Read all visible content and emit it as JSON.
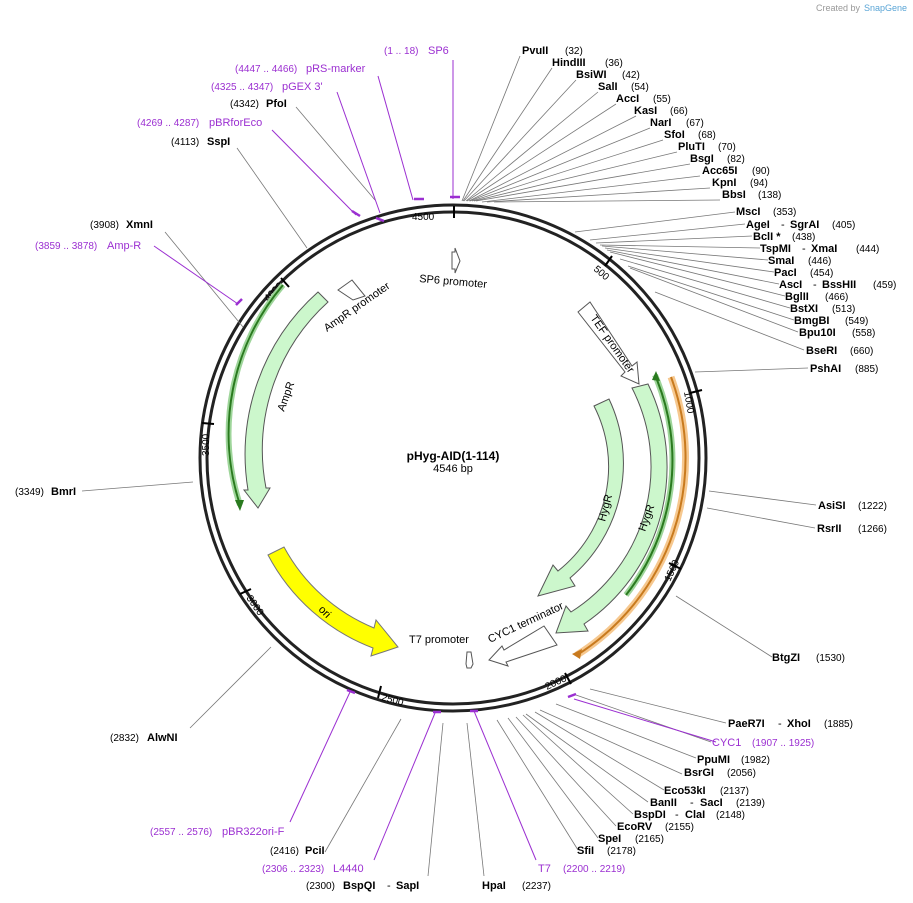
{
  "credit": {
    "prefix": "Created by",
    "brand": "SnapGene"
  },
  "plasmid": {
    "name": "pHyg-AID(1-114)",
    "length_label": "4546 bp"
  },
  "ticks": [
    "500",
    "1000",
    "1500",
    "2000",
    "2500",
    "3000",
    "3500",
    "4000",
    "4500"
  ],
  "features": [
    {
      "label": "SP6 promoter"
    },
    {
      "label": "TEF promoter"
    },
    {
      "label": "AmpR promoter"
    },
    {
      "label": "AmpR"
    },
    {
      "label": "HygR"
    },
    {
      "label": "HygR"
    },
    {
      "label": "ori"
    },
    {
      "label": "T7 promoter"
    },
    {
      "label": "CYC1 terminator"
    }
  ],
  "enzymes": [
    {
      "name": "PvuII",
      "pos": "(32)"
    },
    {
      "name": "HindIII",
      "pos": "(36)"
    },
    {
      "name": "BsiWI",
      "pos": "(42)"
    },
    {
      "name": "SalI",
      "pos": "(54)"
    },
    {
      "name": "AccI",
      "pos": "(55)"
    },
    {
      "name": "KasI",
      "pos": "(66)"
    },
    {
      "name": "NarI",
      "pos": "(67)"
    },
    {
      "name": "SfoI",
      "pos": "(68)"
    },
    {
      "name": "PluTI",
      "pos": "(70)"
    },
    {
      "name": "BsgI",
      "pos": "(82)"
    },
    {
      "name": "Acc65I",
      "pos": "(90)"
    },
    {
      "name": "KpnI",
      "pos": "(94)"
    },
    {
      "name": "BbsI",
      "pos": "(138)"
    },
    {
      "name": "MscI",
      "pos": "(353)"
    },
    {
      "name": "AgeI",
      "name2": "SgrAI",
      "pos": "(405)"
    },
    {
      "name": "BclI *",
      "pos": "(438)"
    },
    {
      "name": "TspMI",
      "name2": "XmaI",
      "pos": "(444)"
    },
    {
      "name": "SmaI",
      "pos": "(446)"
    },
    {
      "name": "PacI",
      "pos": "(454)"
    },
    {
      "name": "AscI",
      "name2": "BssHII",
      "pos": "(459)"
    },
    {
      "name": "BglII",
      "pos": "(466)"
    },
    {
      "name": "BstXI",
      "pos": "(513)"
    },
    {
      "name": "BmgBI",
      "pos": "(549)"
    },
    {
      "name": "Bpu10I",
      "pos": "(558)"
    },
    {
      "name": "BseRI",
      "pos": "(660)"
    },
    {
      "name": "PshAI",
      "pos": "(885)"
    },
    {
      "name": "AsiSI",
      "pos": "(1222)"
    },
    {
      "name": "RsrII",
      "pos": "(1266)"
    },
    {
      "name": "BtgZI",
      "pos": "(1530)"
    },
    {
      "name": "PaeR7I",
      "name2": "XhoI",
      "pos": "(1885)"
    },
    {
      "name": "PpuMI",
      "pos": "(1982)"
    },
    {
      "name": "BsrGI",
      "pos": "(2056)"
    },
    {
      "name": "Eco53kI",
      "pos": "(2137)"
    },
    {
      "name": "BanII",
      "name2": "SacI",
      "pos": "(2139)"
    },
    {
      "name": "BspDI",
      "name2": "ClaI",
      "pos": "(2148)"
    },
    {
      "name": "EcoRV",
      "pos": "(2155)"
    },
    {
      "name": "SpeI",
      "pos": "(2165)"
    },
    {
      "name": "SfiI",
      "pos": "(2178)"
    },
    {
      "name": "HpaI",
      "pos": "(2237)"
    },
    {
      "name": "BspQI",
      "name2": "SapI",
      "pos": "(2300)"
    },
    {
      "name": "PciI",
      "pos": "(2416)"
    },
    {
      "name": "AlwNI",
      "pos": "(2832)"
    },
    {
      "name": "BmrI",
      "pos": "(3349)"
    },
    {
      "name": "XmnI",
      "pos": "(3908)"
    },
    {
      "name": "SspI",
      "pos": "(4113)"
    },
    {
      "name": "PfoI",
      "pos": "(4342)"
    }
  ],
  "primers": [
    {
      "name": "SP6",
      "pos": "(1 .. 18)"
    },
    {
      "name": "pRS-marker",
      "pos": "(4447 .. 4466)"
    },
    {
      "name": "pGEX 3'",
      "pos": "(4325 .. 4347)"
    },
    {
      "name": "pBRforEco",
      "pos": "(4269 .. 4287)"
    },
    {
      "name": "Amp-R",
      "pos": "(3859 .. 3878)"
    },
    {
      "name": "CYC1",
      "pos": "(1907 .. 1925)"
    },
    {
      "name": "T7",
      "pos": "(2200 .. 2219)"
    },
    {
      "name": "L4440",
      "pos": "(2306 .. 2323)"
    },
    {
      "name": "pBR322ori-F",
      "pos": "(2557 .. 2576)"
    }
  ],
  "colors": {
    "backbone": "#222222",
    "primer": "#9b2fd1",
    "gene": "#ccf7cc",
    "ori": "#ffff00",
    "orf_green": "#2a7a1f",
    "orf_orange": "#c87a1e",
    "promoter": "#ffffff"
  }
}
